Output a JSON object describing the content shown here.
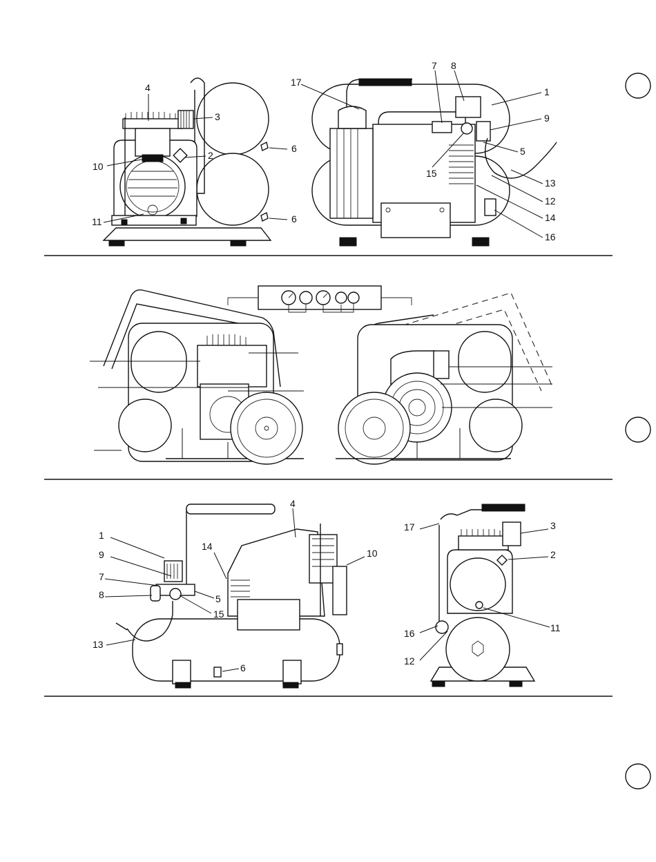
{
  "callouts": {
    "fig_a": [
      "4",
      "3",
      "2",
      "10",
      "11",
      "6",
      "6",
      "17",
      "7",
      "8",
      "1",
      "9",
      "5",
      "15",
      "13",
      "12",
      "14",
      "16"
    ],
    "fig_c": [
      "4",
      "1",
      "9",
      "14",
      "10",
      "7",
      "8",
      "5",
      "15",
      "13",
      "6",
      "17",
      "3",
      "2",
      "16",
      "11",
      "12"
    ]
  }
}
